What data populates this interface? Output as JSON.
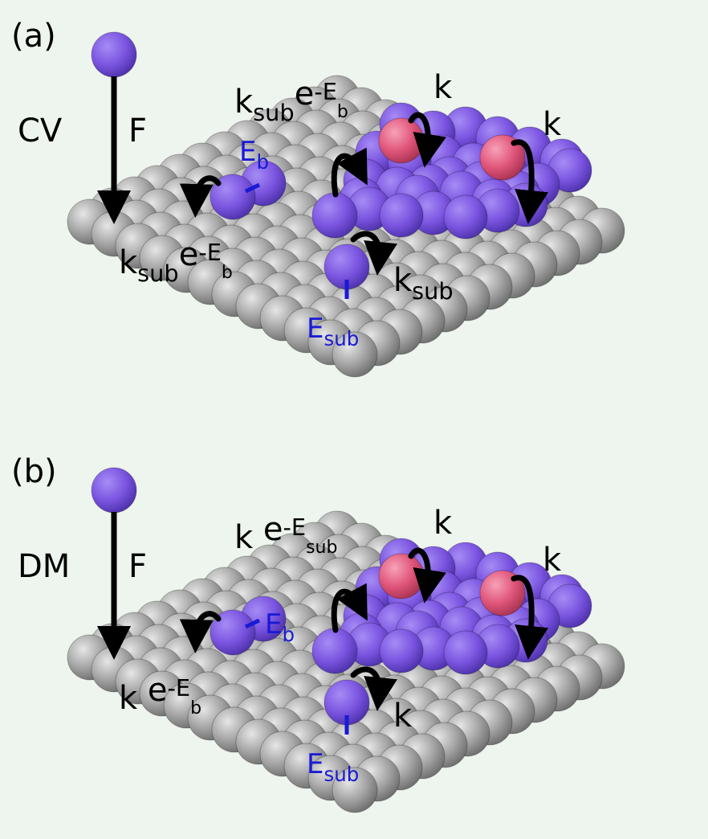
{
  "panels": [
    {
      "id": "a",
      "label": "(a)",
      "model": "CV",
      "flux": "F",
      "bond_energy": "Eb_sym",
      "substrate_energy": "Esub_sym",
      "rate_top_left": {
        "base": "k",
        "sub": "sub",
        "exp_prefix": "e",
        "exp": "-E",
        "exp_sub": "b"
      },
      "rate_left": {
        "base": "k",
        "sub": "sub",
        "exp_prefix": "e",
        "exp": "-E",
        "exp_sub": "b"
      },
      "rate_substrate": {
        "base": "k",
        "sub": "sub"
      },
      "rate_island_1": "k",
      "rate_island_2": "k"
    },
    {
      "id": "b",
      "label": "(b)",
      "model": "DM",
      "flux": "F",
      "rate_top_left": {
        "base": "k",
        "sub": "",
        "exp_prefix": " e",
        "exp": "-E",
        "exp_sub": "sub"
      },
      "rate_left": {
        "base": "k",
        "sub": "",
        "exp_prefix": " e",
        "exp": "-E",
        "exp_sub": "b"
      },
      "rate_substrate": {
        "base": "k",
        "sub": ""
      },
      "rate_island_1": "k",
      "rate_island_2": "k"
    }
  ],
  "symbols": {
    "Eb": {
      "base": "E",
      "sub": "b"
    },
    "Esub": {
      "base": "E",
      "sub": "sub"
    }
  },
  "colors": {
    "background": "#eef5ee",
    "substrate_atom": "#9a9a9a",
    "adatom": "#7b55e0",
    "highlight_atom": "#e0557a",
    "arrow": "#000000",
    "energy_label": "#1a1ad6"
  }
}
